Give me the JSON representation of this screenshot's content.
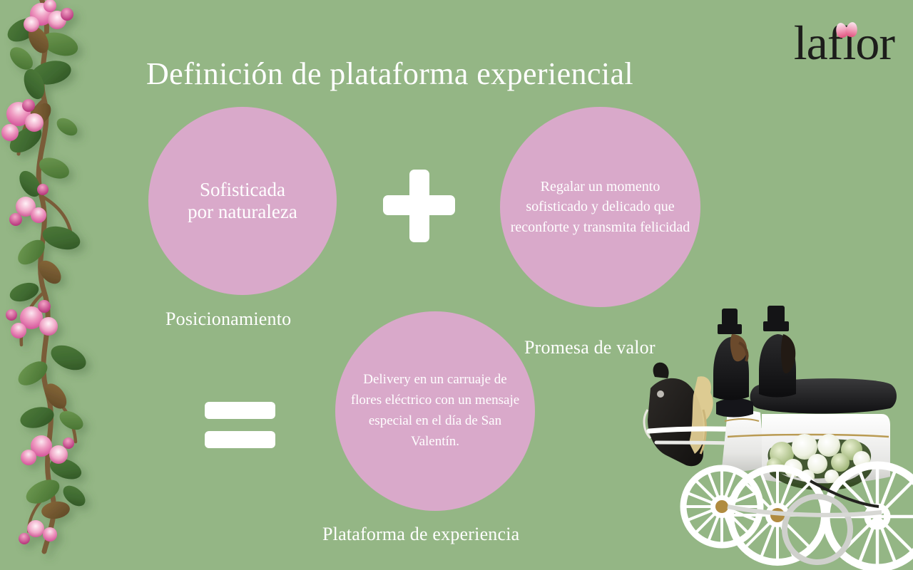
{
  "slide": {
    "background_color": "#94b685",
    "accent_pink": "#d9a9ca",
    "text_color": "#ffffff",
    "logo_color": "#1d1d1b"
  },
  "header": {
    "title": "Definición de plataforma experiencial",
    "logo_text": "laflor",
    "logo_petal_color": "#e0517e"
  },
  "diagram": {
    "bubbles": [
      {
        "id": "positioning",
        "text": "Sofisticada\npor naturaleza",
        "caption": "Posicionamiento"
      },
      {
        "id": "promise",
        "text": "Regalar un momento sofisticado y delicado  que reconforte y transmita felicidad",
        "caption": "Promesa de valor"
      },
      {
        "id": "platform",
        "text": "Delivery en un carruaje de flores eléctrico con un mensaje especial en el día de San Valentín.",
        "caption": "Plataforma de experiencia"
      }
    ],
    "operators": {
      "plus": "+",
      "equals": "="
    }
  },
  "imagery": {
    "left_border": "cherry-blossom-branch",
    "bottom_right": "white-horse-carriage-with-flowers"
  },
  "chart_data": {
    "type": "diagram",
    "title": "Definición de plataforma experiencial",
    "nodes": [
      {
        "label": "Posicionamiento",
        "value": "Sofisticada por naturaleza"
      },
      {
        "label": "Promesa de valor",
        "value": "Regalar un momento sofisticado y delicado  que reconforte y transmita felicidad"
      },
      {
        "label": "Plataforma de experiencia",
        "value": "Delivery en un carruaje de flores eléctrico con un mensaje especial en el día de San Valentín."
      }
    ],
    "relation": "Posicionamiento + Promesa de valor = Plataforma de experiencia"
  }
}
